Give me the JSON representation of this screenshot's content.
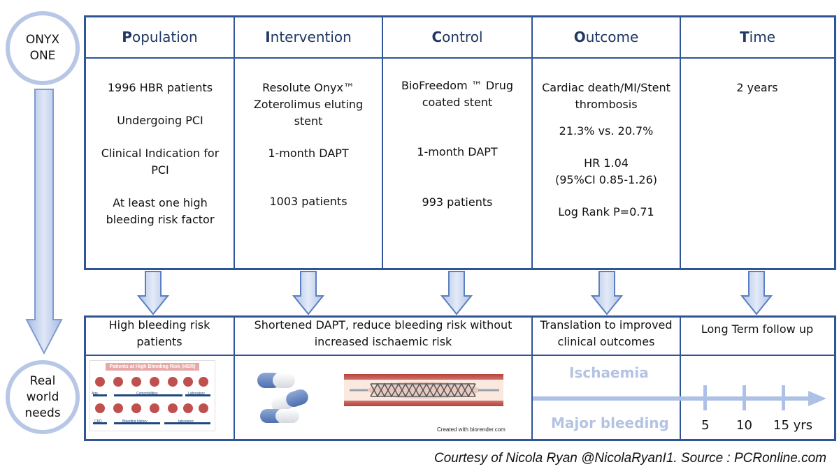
{
  "left": {
    "top_circle": "ONYX\nONE",
    "bottom_circle": "Real\nworld\nneeds"
  },
  "headers": [
    {
      "initial": "P",
      "rest": "opulation"
    },
    {
      "initial": "I",
      "rest": "ntervention"
    },
    {
      "initial": "C",
      "rest": "ontrol"
    },
    {
      "initial": "O",
      "rest": "utcome"
    },
    {
      "initial": "T",
      "rest": "ime"
    }
  ],
  "columns": {
    "population": [
      "1996 HBR patients",
      "Undergoing PCI",
      "Clinical Indication for PCI",
      "At least one high bleeding risk factor"
    ],
    "intervention": [
      "Resolute Onyx™ Zoterolimus eluting stent",
      "1-month DAPT",
      "1003 patients"
    ],
    "control": [
      "BioFreedom ™ Drug coated stent",
      "1-month DAPT",
      "993 patients"
    ],
    "outcome": [
      "Cardiac death/MI/Stent thrombosis",
      "21.3% vs. 20.7%",
      "HR 1.04",
      "(95%CI 0.85-1.26)",
      "Log Rank P=0.71"
    ],
    "time": [
      "2 years"
    ]
  },
  "needs": {
    "hbr": "High bleeding risk patients",
    "dapt": "Shortened DAPT, reduce bleeding risk without increased ischaemic risk",
    "translation": "Translation to improved clinical outcomes",
    "followup": "Long Term follow up"
  },
  "hbr_infographic": {
    "title": "Patients at High Bleeding Risk (HBR)",
    "bands": [
      "Age",
      "Comorbidities",
      "Laboratory",
      "CKD",
      "Bleeding history",
      "Iatrogenic"
    ]
  },
  "stent_caption": "Created with biorender.com",
  "outcome_scale": {
    "top": "Ischaemia",
    "bottom": "Major bleeding"
  },
  "timeline": {
    "ticks": [
      "5",
      "10",
      "15 yrs"
    ]
  },
  "credit": "Courtesy of Nicola Ryan @NicolaRyanI1. Source : PCRonline.com",
  "colors": {
    "frame": "#2f5597",
    "header_text": "#1f3864",
    "circle": "#b8c7e6",
    "arrow_fill": "#c9d5ee",
    "timeline": "#adc0e6",
    "hbr_red": "#c0504d",
    "hbr_blue": "#1f497d"
  }
}
